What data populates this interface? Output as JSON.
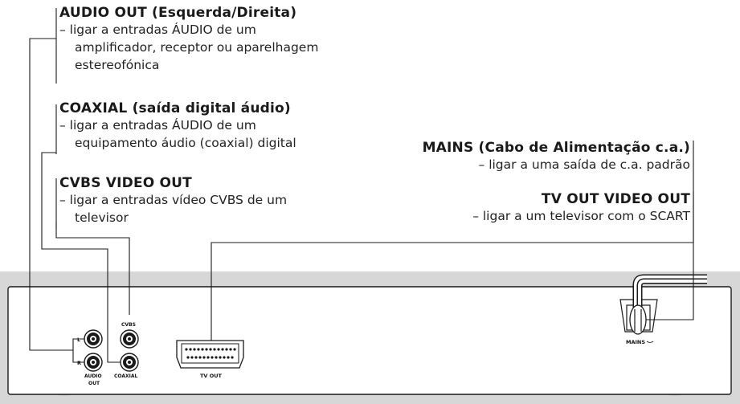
{
  "labels": {
    "audio_out": {
      "heading": "AUDIO OUT (Esquerda/Direita)",
      "lines": [
        "– ligar a entradas ÁUDIO de um",
        "amplificador, receptor ou aparelhagem",
        "estereofónica"
      ]
    },
    "coaxial": {
      "heading": "COAXIAL (saída digital áudio)",
      "lines": [
        "– ligar a entradas ÁUDIO de um",
        "equipamento áudio (coaxial) digital"
      ]
    },
    "cvbs": {
      "heading": "CVBS VIDEO OUT",
      "lines": [
        "– ligar a entradas vídeo CVBS de um",
        "televisor"
      ]
    },
    "mains": {
      "heading": "MAINS (Cabo de Alimentação c.a.)",
      "lines": [
        "– ligar a uma saída de c.a. padrão"
      ]
    },
    "tv_out": {
      "heading": "TV OUT VIDEO OUT",
      "lines": [
        "– ligar a um televisor com o SCART"
      ]
    }
  },
  "panel": {
    "jack_l": "L",
    "jack_r": "R",
    "cvbs": "CVBS",
    "audio_out_1": "AUDIO",
    "audio_out_2": "OUT",
    "coaxial": "COAXIAL",
    "tv_out": "TV OUT",
    "mains": "MAINS"
  },
  "colors": {
    "ink": "#1a1a1a",
    "band": "#d7d7d7",
    "panel": "#ffffff"
  }
}
